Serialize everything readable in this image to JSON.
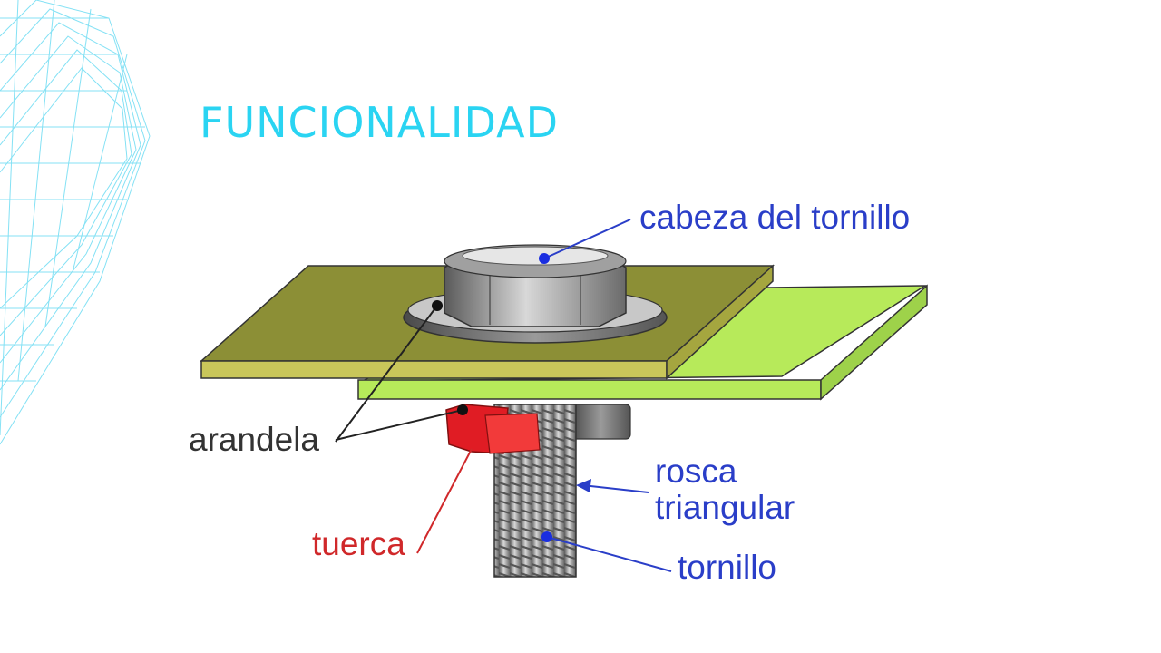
{
  "slide": {
    "title": "FUNCIONALIDAD"
  },
  "diagram": {
    "labels": {
      "head": "cabeza del tornillo",
      "washer": "arandela",
      "thread_line1": "rosca",
      "thread_line2": "triangular",
      "nut": "tuerca",
      "bolt": "tornillo"
    }
  },
  "colors": {
    "title": "#2ad4f2",
    "label_blue": "#2a3ec8",
    "label_dark": "#333333",
    "label_red": "#d0282a",
    "plate_dark": "#8c8f36",
    "plate_light": "#b7ea5a",
    "nut_red": "#e01c24",
    "decor_lines": "#6fdcf3"
  }
}
